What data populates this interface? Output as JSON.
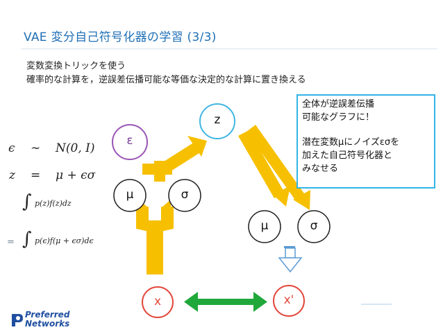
{
  "slide": {
    "title": "VAE 変分自己符号化器の学習 (3/3)",
    "line1": "変数変換トリックを使う",
    "line2": "確率的な計算を，逆誤差伝播可能な等価な決定的な計算に置き換える"
  },
  "diagram": {
    "nodes": {
      "z": "z",
      "epsilon": "ε",
      "mu1": "μ",
      "sigma1": "σ",
      "mu2": "μ",
      "sigma2": "σ",
      "x": "x",
      "x_prime": "x'"
    },
    "colors": {
      "arrow_yellow": "#f6c000",
      "arrow_green": "#21a83a",
      "z_circle": "#3fb6e2",
      "epsilon_circle": "#9a55b5",
      "x_circle": "#e2473b",
      "hollow_arrow": "#5b9bd5"
    }
  },
  "note": {
    "line1": "全体が逆誤差伝播",
    "line2": "可能なグラフに！",
    "line3": "潜在変数μにノイズεσを",
    "line4": "加えた自己符号化器と",
    "line5": "みなせる"
  },
  "equations": {
    "eq1_lhs": "ϵ",
    "eq1_op": "∼",
    "eq1_rhs": "N(0, I)",
    "eq2_lhs": "z",
    "eq2_op": "=",
    "eq2_rhs": "μ + ϵσ",
    "integral1": "p(z)f(z)dz",
    "equals": "=",
    "integral2": "p(ϵ)f(μ + ϵσ)dϵ"
  },
  "logo": {
    "line1": "Preferred",
    "line2": "Networks"
  }
}
